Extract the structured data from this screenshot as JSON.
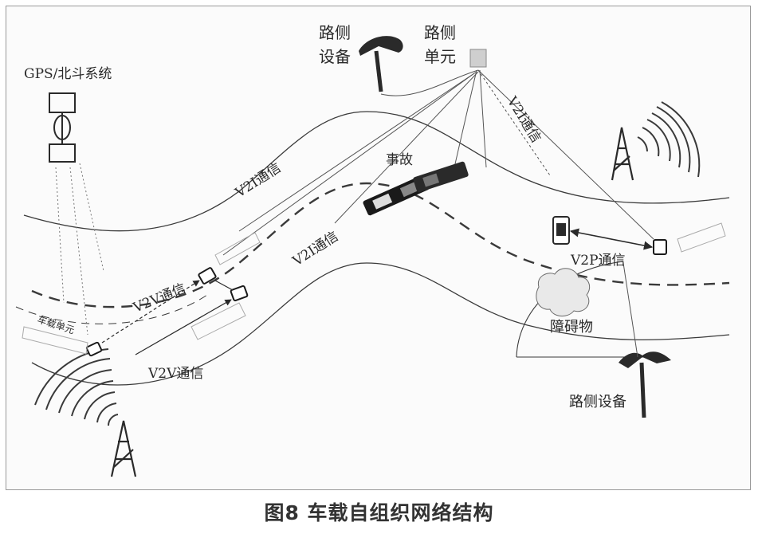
{
  "labels": {
    "gps": "GPS/北斗系统",
    "roadside_equipment_top": [
      "路侧",
      "设备"
    ],
    "roadside_unit": [
      "路侧",
      "单元"
    ],
    "v2i_right": "V2I通信",
    "v2i_upper": "V2I通信",
    "v2i_middle": "V2I通信",
    "accident": "事故",
    "v2p": "V2P通信",
    "obstacle": "障碍物",
    "v2v_upper": "V2V通信",
    "v2v_lower": "V2V通信",
    "onboard_unit": "车载单元",
    "roadside_equipment_bottom": "路侧设备"
  },
  "caption": "图8 车载自组织网络结构",
  "colors": {
    "line": "#3a3a3a",
    "caption": "#333333",
    "frame": "#9a9a9a"
  },
  "icons": [
    "satellite-icon",
    "tree-icon",
    "roadside-unit-box-icon",
    "cell-tower-icon",
    "car-icon",
    "mobile-phone-icon"
  ]
}
